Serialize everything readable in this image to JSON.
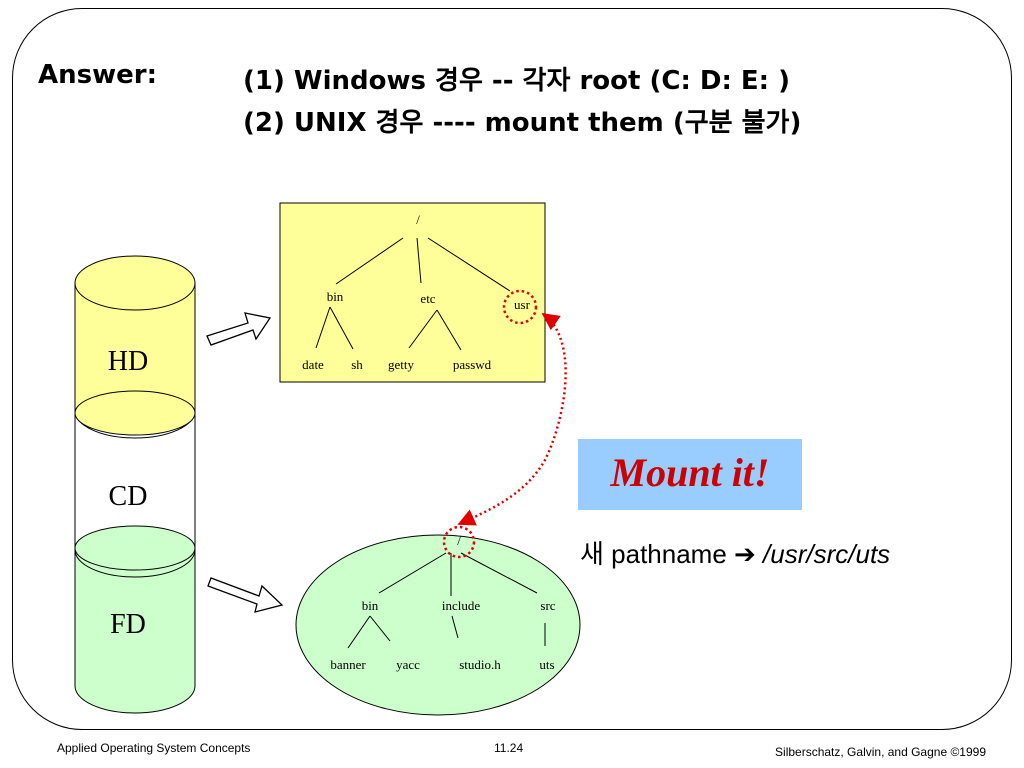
{
  "answer": {
    "label": "Answer:",
    "line1": "(1) Windows 경우 -- 각자 root (C: D: E: )",
    "line2": "(2) UNIX 경우 ---- mount them (구분 불가)"
  },
  "disks": [
    "HD",
    "CD",
    "FD"
  ],
  "hd_tree": {
    "root": "/",
    "level1": [
      "bin",
      "etc",
      "usr"
    ],
    "leaves": [
      "date",
      "sh",
      "getty",
      "passwd"
    ]
  },
  "fd_tree": {
    "root": "/",
    "level1": [
      "bin",
      "include",
      "src"
    ],
    "leaves": [
      "banner",
      "yacc",
      "studio.h",
      "uts"
    ]
  },
  "callout": {
    "mount": "Mount it!",
    "pathname_prefix": "새 pathname ",
    "arrow": "➔",
    "pathname": "/usr/src/uts"
  },
  "colors": {
    "hd_fill": "#ffff99",
    "fd_fill": "#ccffcc",
    "mount_box": "#99ccff",
    "mount_text": "#cc0000",
    "dotted_link": "#e00000"
  },
  "footer": {
    "left": "Applied Operating System Concepts",
    "center": "11.24",
    "right": "Silberschatz, Galvin, and Gagne ©1999"
  }
}
